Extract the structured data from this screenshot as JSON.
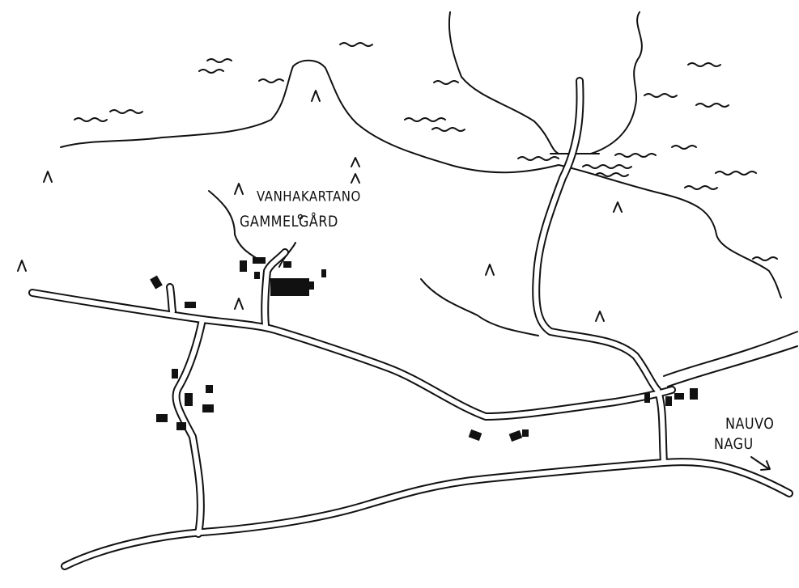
{
  "map": {
    "labels": {
      "manor_fi": "VANHAKARTANO",
      "manor_sv": "GAMMELGÅRD",
      "direction_fi": "NAUVO",
      "direction_sv": "NAGU"
    },
    "colors": {
      "ink": "#111111",
      "paper": "#ffffff"
    }
  }
}
